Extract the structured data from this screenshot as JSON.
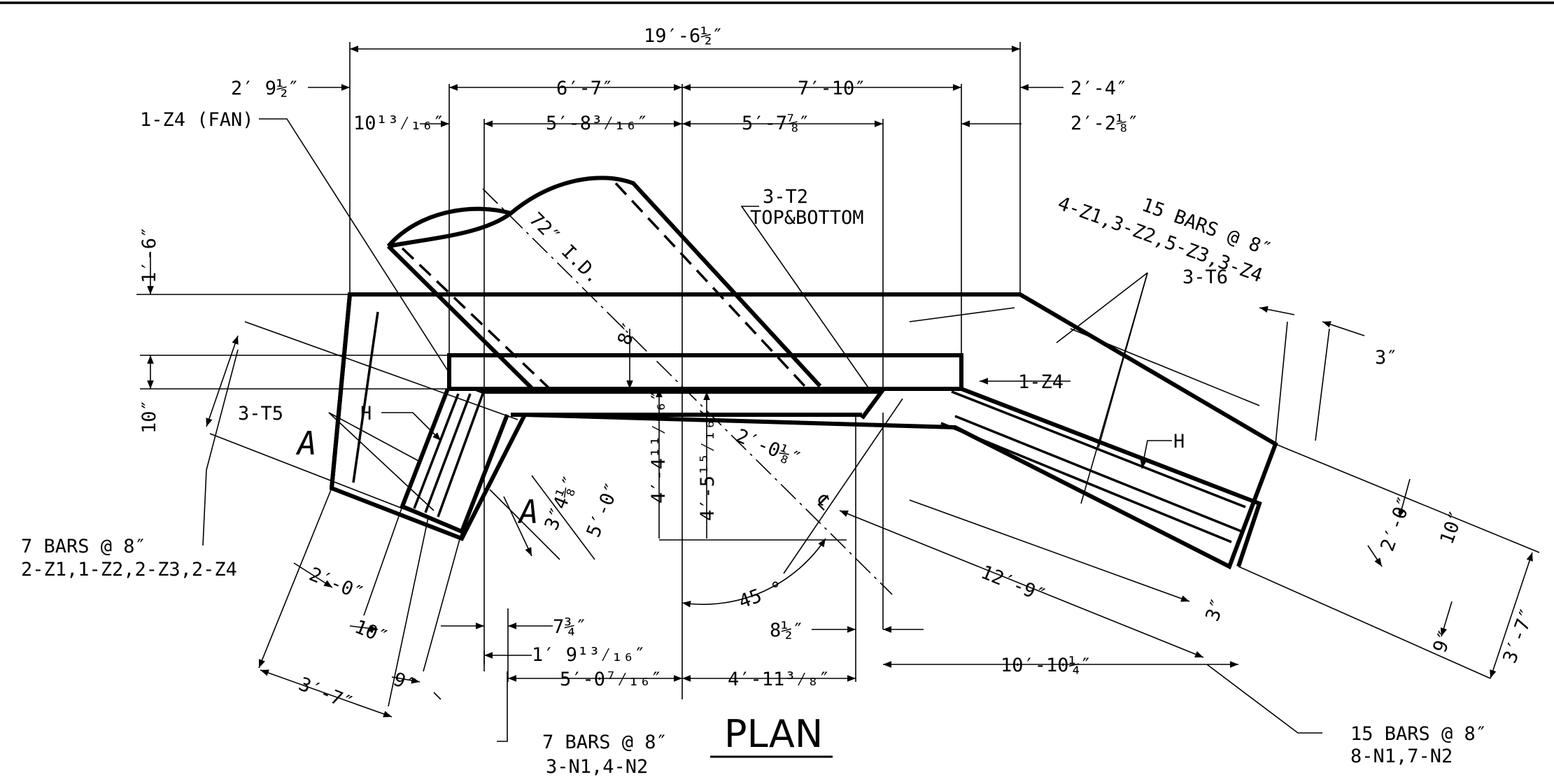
{
  "drawing": {
    "title": "PLAN",
    "section_mark": "A",
    "dimensions": {
      "overall_width": "19′-6½″",
      "left_offset": "2′ 9½″",
      "span_left": "6′-7″",
      "span_right": "7′-10″",
      "right_offset": "2′-4″",
      "inner_left_offset": "10¹³⁄₁₆″",
      "inner_left": "5′-8³⁄₁₆″",
      "inner_right": "5′-7⅞″",
      "inner_right_offset": "2′-2⅛″",
      "left_height": "1′-6″",
      "wall_thickness": "10″",
      "pipe_wall": "8″",
      "depth_a": "4′-4¹¹⁄₁₆″",
      "depth_b": "4′-5¹⁵⁄₁₆″",
      "depth_c": "5′-0″",
      "depth_d": "3″4⅛″",
      "diagonal_a": "2′-0⅛″",
      "right_wing_length": "12′-9″",
      "right_cover": "3″",
      "right_thick_a": "2′-0″",
      "right_thick_b": "10″",
      "right_thick_c": "9″",
      "right_thick_d": "3′-7″",
      "right_top_cover": "3″",
      "left_wing_a": "2′-0″",
      "left_wing_b": "10″",
      "left_wing_c": "9″",
      "left_wing_d": "3′-7″",
      "bottom_a": "7¾″",
      "bottom_b": "1′ 9¹³⁄₁₆″",
      "bottom_c": "5′-0⁷⁄₁₆″",
      "bottom_d": "4′-11³⁄₈″",
      "bottom_e": "8½″",
      "bottom_f": "10′-10¼″",
      "angle": "45 °"
    },
    "callouts": {
      "fan": "1-Z4 (FAN)",
      "pipe": "72″ I.D.",
      "t2_line1": "3-T2",
      "t2_line2": "TOP&BOTTOM",
      "top_bars_line1": "15 BARS @ 8″",
      "top_bars_line2": "4-Z1,3-Z2,5-Z3,3-Z4",
      "t6": "3-T6",
      "z4": "1-Z4",
      "t5": "3-T5",
      "h_left": "H",
      "h_right": "H",
      "left_bars_line1": "7 BARS @ 8″",
      "left_bars_line2": "2-Z1,1-Z2,2-Z3,2-Z4",
      "bottom_bars_line1": "7 BARS @ 8″",
      "bottom_bars_line2": "3-N1,4-N2",
      "right_bars_line1": "15 BARS @ 8″",
      "right_bars_line2": "8-N1,7-N2",
      "centerline": "℄"
    }
  }
}
